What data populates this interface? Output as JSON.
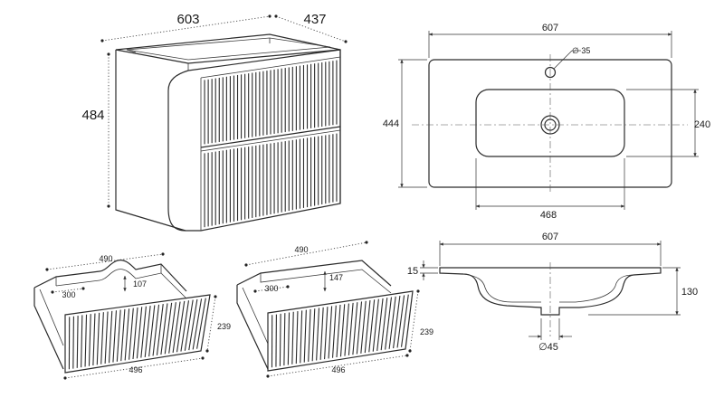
{
  "cabinet": {
    "width_label": "603",
    "depth_label": "437",
    "height_label": "484"
  },
  "sink_top": {
    "width_label": "607",
    "depth_label": "444",
    "hole_label": "∅ 35",
    "basin_depth_label": "240",
    "basin_width_label": "468"
  },
  "drawer_top": {
    "width_label": "490",
    "inner_depth_label": "300",
    "cutout_label": "107",
    "height_label": "239",
    "front_label": "496"
  },
  "drawer_bottom": {
    "width_label": "490",
    "inner_depth_label": "300",
    "inner_height_label": "147",
    "height_label": "239",
    "front_label": "496"
  },
  "sink_section": {
    "width_label": "607",
    "thickness_label": "15",
    "height_label": "130",
    "drain_label": "∅45"
  }
}
